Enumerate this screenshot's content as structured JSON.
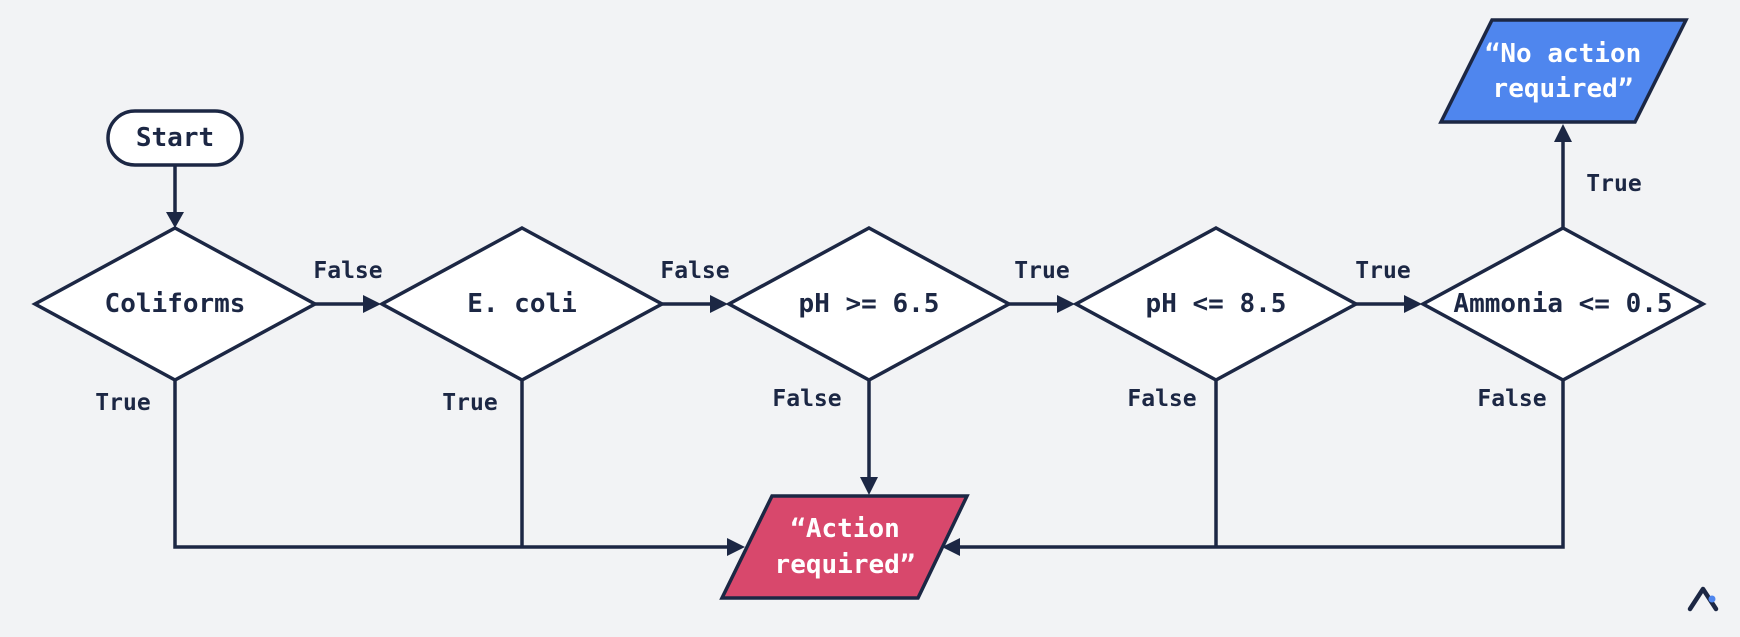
{
  "flowchart": {
    "start": "Start",
    "decisions": {
      "coliforms": "Coliforms",
      "ecoli": "E. coli",
      "ph_min": "pH >= 6.5",
      "ph_max": "pH <= 8.5",
      "ammonia": "Ammonia <= 0.5"
    },
    "outputs": {
      "no_action": [
        "“No action",
        "required”"
      ],
      "action": [
        "“Action",
        "required”"
      ]
    },
    "edge_labels": {
      "coliforms_false": "False",
      "ecoli_false": "False",
      "ph_min_true": "True",
      "ph_max_true": "True",
      "ammonia_true": "True",
      "coliforms_true": "True",
      "ecoli_true": "True",
      "ph_min_false": "False",
      "ph_max_false": "False",
      "ammonia_false": "False"
    },
    "colors": {
      "ink": "#1c2744",
      "background": "#f2f3f5",
      "no_action_fill": "#4f86ee",
      "action_fill": "#d8486c",
      "node_fill": "#ffffff"
    },
    "logo_icon": "brand-logo-icon"
  }
}
